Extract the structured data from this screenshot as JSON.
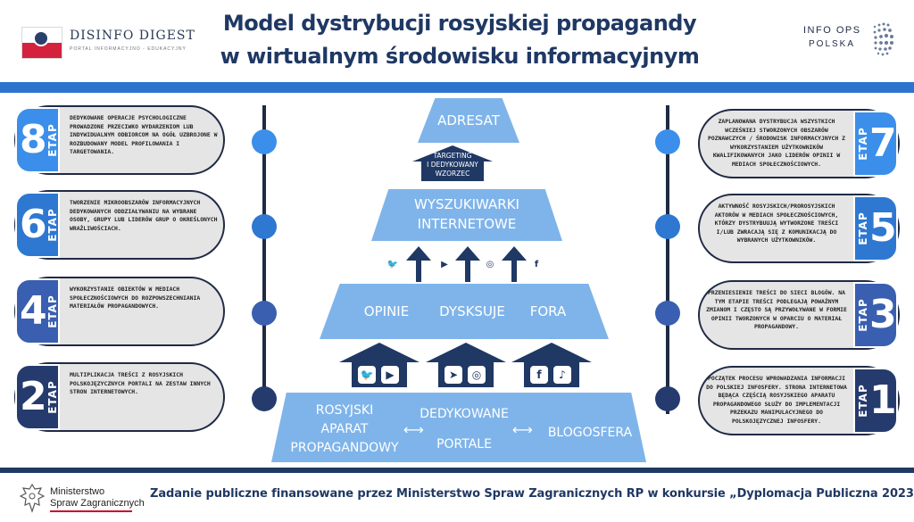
{
  "header": {
    "title_line1": "Model dystrybucji rosyjskiej propagandy",
    "title_line2": "w wirtualnym środowisku informacyjnym",
    "left_logo": {
      "name": "DISINFO DIGEST",
      "subtitle": "PORTAL INFORMACYJNO - EDUKACYJNY"
    },
    "right_logo": {
      "line1": "INFO OPS",
      "line2": "POLSKA"
    }
  },
  "colors": {
    "navy": "#1f3864",
    "dark": "#1f2a44",
    "pyramid": "#7fb4ea",
    "stage_8": "#3b8fea",
    "stage_7": "#3b8fea",
    "stage_6": "#2e78d2",
    "stage_5": "#2e78d2",
    "stage_4": "#3a5fb0",
    "stage_3": "#3a5fb0",
    "stage_2": "#253b6e",
    "stage_1": "#253b6e"
  },
  "stage_word": "ETAP",
  "left_stages": [
    {
      "num": "8",
      "text": "Dedykowane operacje psychologiczne prowadzone przeciwko wydarzeniom lub indywidualnym odbiorcom na ogół uzbrojone w rozbudowany model profilowania i targetowania."
    },
    {
      "num": "6",
      "text": "Tworzenie mikroobszarów informacyjnych dedykowanych oddziaływaniu na wybrane osoby, grupy lub liderów grup o określonych wrażliwościach."
    },
    {
      "num": "4",
      "text": "Wykorzystanie obiektów w mediach społecznościowych do rozpowszechniania materiałów propagandowych."
    },
    {
      "num": "2",
      "text": "Multiplikacja treści z rosyjskich polskojęzycznych portali na zestaw innych stron internetowych."
    }
  ],
  "right_stages": [
    {
      "num": "7",
      "text": "Zaplanowana dystrybucja wszystkich wcześniej stworzonych obszarów poznawczych / środowisk informacyjnych z wykorzystaniem użytkowników kwalifikowanych jako liderów opinii w mediach społecznościowych."
    },
    {
      "num": "5",
      "text": "Aktywność rosyjskich/prorosyjskich aktorów w mediach społecznościowych, którzy dystrybuują wytworzone treści i/lub zwracają się z komunikacją do wybranych użytkowników."
    },
    {
      "num": "3",
      "text": "Przeniesienie treści do sieci blogów. Na tym etapie treści podlegają poważnym zmianom i często są przywoływane w formie opinii tworzonych w oparciu o materiał propagandowy."
    },
    {
      "num": "1",
      "text": "Początek procesu wprowadzania informacji do polskiej infosfery. Strona internetowa będąca częścią rosyjskiego aparatu propagandowego służy do implementacji przekazu manipulacyjnego do polskojęzycznej infosfery."
    }
  ],
  "pyramid": {
    "top": "ADRESAT",
    "targeting": [
      "TARGETING",
      "I DEDYKOWANY",
      "WZORZEC"
    ],
    "level2": [
      "WYSZUKIWARKI",
      "INTERNETOWE"
    ],
    "level3": [
      "OPINIE",
      "DYSKSUJE",
      "FORA"
    ],
    "base": {
      "left": [
        "ROSYJSKI",
        "APARAT",
        "PROPAGANDOWY"
      ],
      "middle_top": "DEDYKOWANE",
      "middle_bottom": "PORTALE",
      "right": "BLOGOSFERA",
      "arrow": "⟷"
    },
    "small_icons": [
      "twitter-icon",
      "youtube-icon",
      "instagram-icon",
      "facebook-icon"
    ],
    "house_icons": [
      [
        "twitter-icon",
        "youtube-icon"
      ],
      [
        "telegram-icon",
        "instagram-icon"
      ],
      [
        "facebook-icon",
        "tiktok-icon"
      ]
    ]
  },
  "footer": {
    "ministry_line1": "Ministerstwo",
    "ministry_line2": "Spraw Zagranicznych",
    "text": "Zadanie publiczne finansowane przez Ministerstwo Spraw Zagranicznych RP w konkursie „Dyplomacja Publiczna 2023”"
  }
}
